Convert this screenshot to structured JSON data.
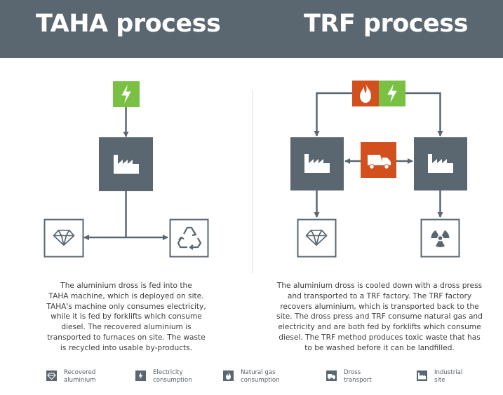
{
  "header": {
    "left_title": "TAHA process",
    "right_title": "TRF process"
  },
  "taha": {
    "description_lines": [
      "The aluminium dross is fed into the",
      "TAHA machine, which is deployed on site.",
      "TAHA's machine only consumes electricity,",
      "while it is fed by forklifts which consume",
      "diesel. The recovered aluminium is",
      "transported to furnaces on site. The waste",
      "is recycled into usable by-products."
    ]
  },
  "trf": {
    "description_lines": [
      "The aluminium dross is cooled down with a dross press",
      "and transported to a TRF factory. The TRF factory",
      "recovers aluminium, which is transported back to the",
      "site. The dross press and TRF consume natural gas and",
      "electricity and are both fed by forklifts which consume",
      "diesel. The TRF method produces toxic waste that has",
      "to be washed before it can be landfilled."
    ]
  },
  "legend": [
    {
      "icon": "diamond-icon",
      "line1": "Recovered",
      "line2": "aluminium"
    },
    {
      "icon": "lightning-icon",
      "line1": "Electricity",
      "line2": "consumption"
    },
    {
      "icon": "flame-icon",
      "line1": "Natural gas",
      "line2": "consumption"
    },
    {
      "icon": "truck-icon",
      "line1": "Dross",
      "line2": "transport"
    },
    {
      "icon": "factory-icon",
      "line1": "Industrial",
      "line2": "site"
    }
  ],
  "colors": {
    "header": "#5a6670",
    "site_box": "#5a6670",
    "electricity": "#7ac143",
    "natural_gas": "#d2501e",
    "transport": "#d2501e",
    "arrow": "#5a6670",
    "text": "#3c3c3c"
  }
}
